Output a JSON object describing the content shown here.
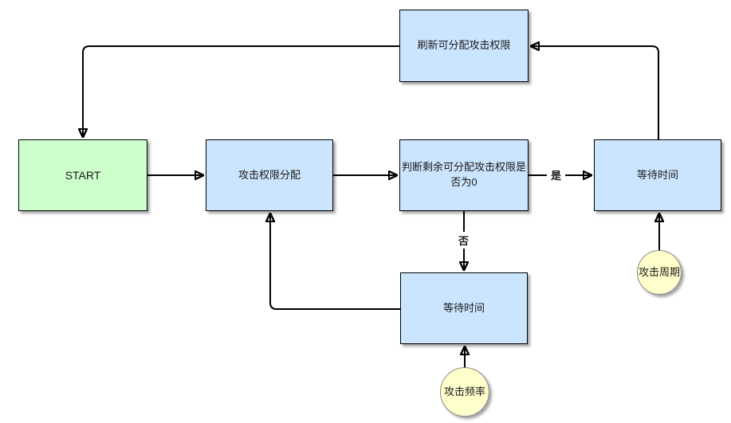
{
  "colors": {
    "canvas_bg": "#ffffff",
    "process_fill": "#cce5ff",
    "process_stroke": "#000000",
    "start_fill": "#ccffcc",
    "start_stroke": "#000000",
    "event_fill": "#ffffcc",
    "event_stroke": "#8a8a8a",
    "edge_color": "#000000",
    "text_color": "#1a1a1a"
  },
  "nodes": {
    "refresh": {
      "label": "刷新可分配攻击权限"
    },
    "start": {
      "label": "START"
    },
    "allocate": {
      "label": "攻击权限分配"
    },
    "decision": {
      "label": "判断剩余可分配攻击权限是否为0"
    },
    "wait_cycle": {
      "label": "等待时间"
    },
    "wait_frequency": {
      "label": "等待时间"
    },
    "attack_cycle": {
      "label": "攻击周期"
    },
    "attack_frequency": {
      "label": "攻击频率"
    }
  },
  "edge_labels": {
    "yes": "是",
    "no": "否"
  }
}
